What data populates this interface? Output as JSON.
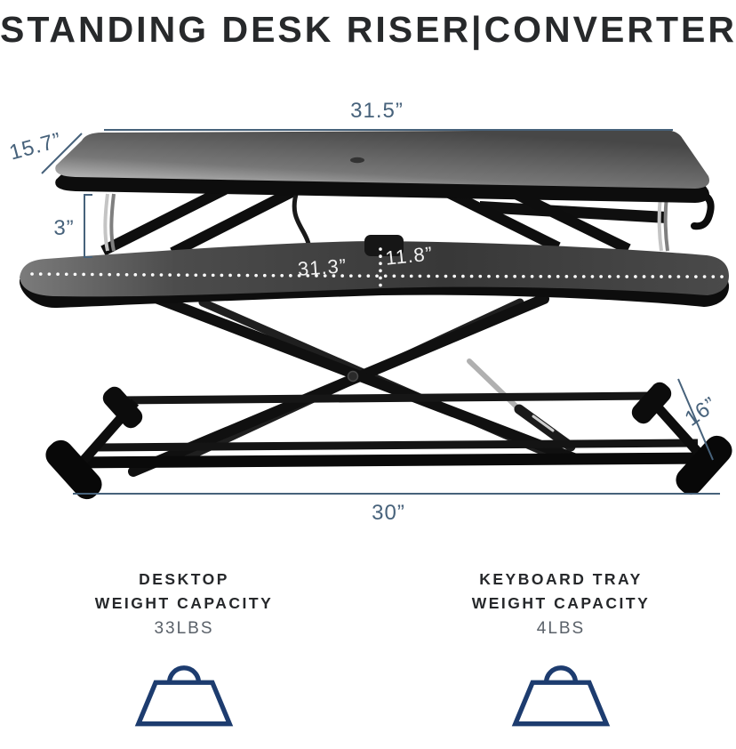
{
  "header": {
    "title": "STANDING DESK RISER|CONVERTER"
  },
  "product": {
    "name": "standing-desk-riser-converter",
    "dimensions": {
      "top_width": "31.5”",
      "top_depth": "15.7”",
      "riser_height": "3”",
      "tray_width": "31.3”",
      "tray_depth": "11.8”",
      "base_depth": "16”",
      "base_width": "30”"
    }
  },
  "specs": [
    {
      "icon": "weight-icon",
      "title_line1": "DESKTOP",
      "title_line2": "WEIGHT CAPACITY",
      "value": "33LBS"
    },
    {
      "icon": "weight-icon",
      "title_line1": "KEYBOARD TRAY",
      "title_line2": "WEIGHT CAPACITY",
      "value": "4LBS"
    }
  ],
  "colors": {
    "dimension_annotation": "#47627b",
    "weight_icon_navy": "#1d3c6f",
    "heading_dark": "#26282b",
    "value_gray": "#5a6169",
    "tray_label_white": "#f2f2f2",
    "product_black": "#0d0d0d"
  }
}
